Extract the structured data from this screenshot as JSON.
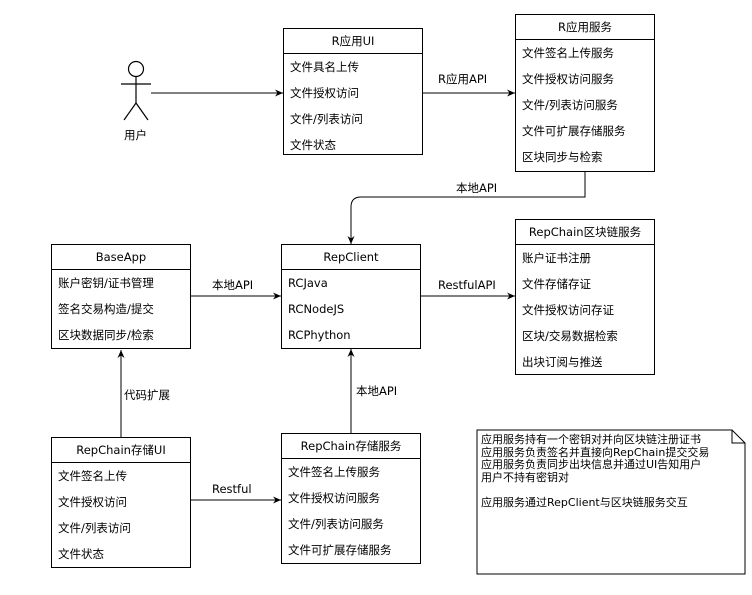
{
  "actor": {
    "label": "用户"
  },
  "boxes": {
    "r_ui": {
      "title": "R应用UI",
      "items": [
        "文件具名上传",
        "文件授权访问",
        "文件/列表访问",
        "文件状态"
      ]
    },
    "r_service": {
      "title": "R应用服务",
      "items": [
        "文件签名上传服务",
        "文件授权访问服务",
        "文件/列表访问服务",
        "文件可扩展存储服务",
        "区块同步与检索"
      ]
    },
    "baseapp": {
      "title": "BaseApp",
      "items": [
        "账户密钥/证书管理",
        "签名交易构造/提交",
        "区块数据同步/检索"
      ]
    },
    "repclient": {
      "title": "RepClient",
      "items": [
        "RCJava",
        "RCNodeJS",
        "RCPhython"
      ]
    },
    "repchain_service": {
      "title": "RepChain区块链服务",
      "items": [
        "账户证书注册",
        "文件存储存证",
        "文件授权访问存证",
        "区块/交易数据检索",
        "出块订阅与推送"
      ]
    },
    "storage_ui": {
      "title": "RepChain存储UI",
      "items": [
        "文件签名上传",
        "文件授权访问",
        "文件/列表访问",
        "文件状态"
      ]
    },
    "storage_service": {
      "title": "RepChain存储服务",
      "items": [
        "文件签名上传服务",
        "文件授权访问服务",
        "文件/列表访问服务",
        "文件可扩展存储服务"
      ]
    }
  },
  "edge_labels": {
    "ui_to_service": "R应用API",
    "service_to_client": "本地API",
    "baseapp_to_client": "本地API",
    "client_to_chain": "RestfulAPI",
    "code_ext": "代码扩展",
    "storage_svc_to_client": "本地API",
    "storage_ui_to_svc": "Restful"
  },
  "note": {
    "lines": [
      "应用服务持有一个密钥对并向区块链注册证书",
      "应用服务负责签名并直接向RepChain提交交易",
      "应用服务负责同步出块信息并通过UI告知用户",
      "用户不持有密钥对",
      "",
      "应用服务通过RepClient与区块链服务交互"
    ]
  }
}
